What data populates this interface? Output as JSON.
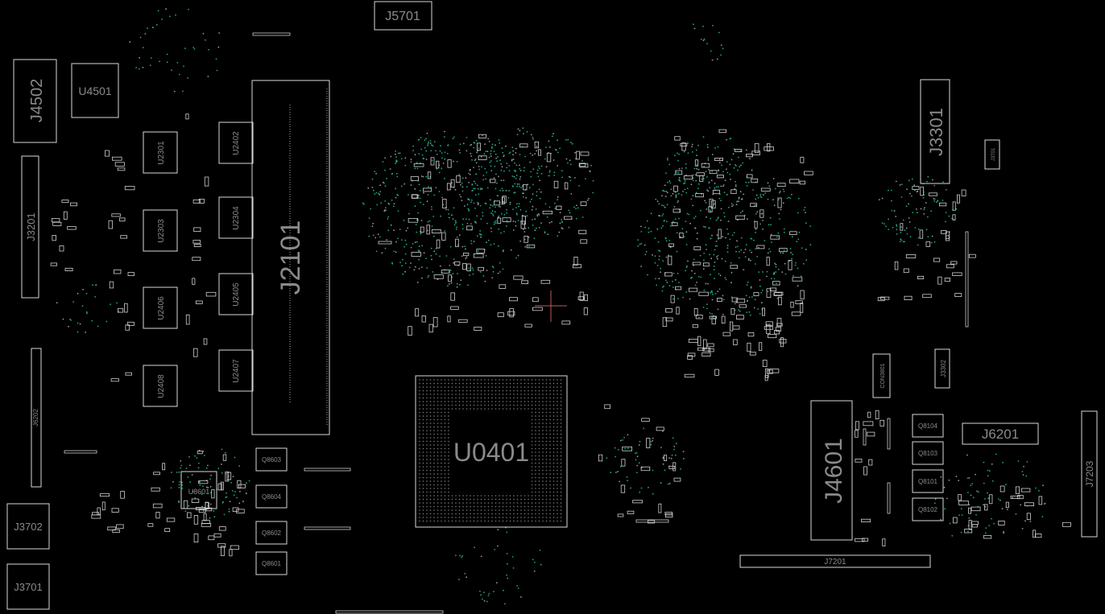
{
  "board": {
    "background": "#000000",
    "outline_color": "#d8d8d8",
    "via_color": "#1fa58a",
    "cursor_color": "#c05a5a"
  },
  "components": {
    "J5701": "J5701",
    "J4502": "J4502",
    "U4501": "U4501",
    "J3201": "J3201",
    "J6202": "J6202",
    "J3702": "J3702",
    "J3701": "J3701",
    "U2301": "U2301",
    "U2303": "U2303",
    "U2406": "U2406",
    "U2408": "U2408",
    "U2402": "U2402",
    "U2304": "U2304",
    "U2405": "U2405",
    "U2407": "U2407",
    "J2101": "J2101",
    "U8601": "U8601",
    "Q8603": "Q8603",
    "Q8604": "Q8604",
    "Q8602": "Q8602",
    "Q8601": "Q8601",
    "U0401": "U0401",
    "J3301": "J3301",
    "J3701_small": "J3701",
    "CON3801": "CON3801",
    "J3302": "J3302",
    "J4601": "J4601",
    "Q8104": "Q8104",
    "Q8103": "Q8103",
    "Q8101": "Q8101",
    "Q8102": "Q8102",
    "J6201": "J6201",
    "J7203": "J7203",
    "J7201": "J7201"
  }
}
